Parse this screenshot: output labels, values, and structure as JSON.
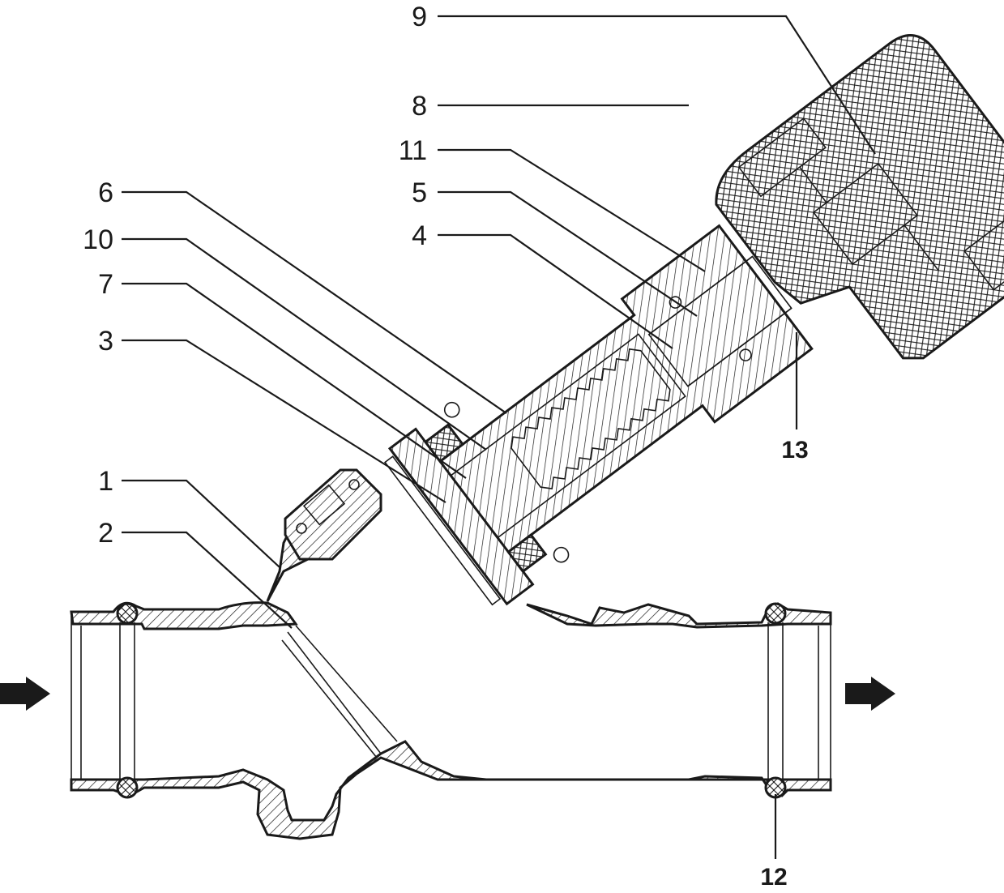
{
  "diagram": {
    "callouts": [
      {
        "id": "9",
        "text": "9"
      },
      {
        "id": "8",
        "text": "8"
      },
      {
        "id": "11",
        "text": "11"
      },
      {
        "id": "5",
        "text": "5"
      },
      {
        "id": "4",
        "text": "4"
      },
      {
        "id": "6",
        "text": "6"
      },
      {
        "id": "10",
        "text": "10"
      },
      {
        "id": "7",
        "text": "7"
      },
      {
        "id": "3",
        "text": "3"
      },
      {
        "id": "1",
        "text": "1"
      },
      {
        "id": "2",
        "text": "2"
      },
      {
        "id": "13",
        "text": "13"
      },
      {
        "id": "12",
        "text": "12"
      }
    ],
    "colors": {
      "line": "#1a1a1a",
      "hatch_fill": "#ffffff",
      "background": "#ffffff"
    }
  }
}
